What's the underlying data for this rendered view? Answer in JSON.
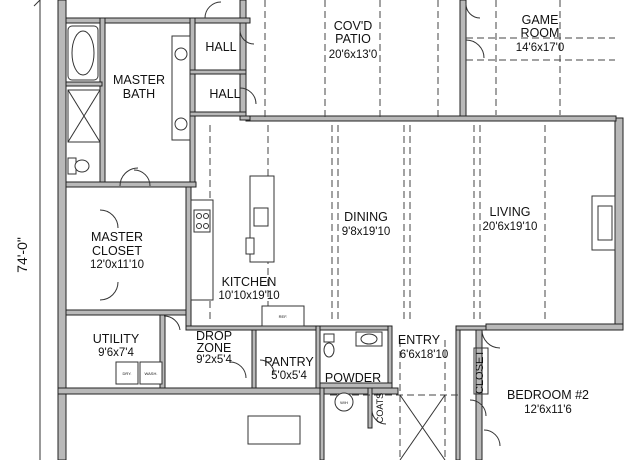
{
  "overall_dimension": "74'-0\"",
  "rooms": {
    "covd_patio": {
      "name": "COV'D\nPATIO",
      "dim": "20'6x13'0"
    },
    "game_room": {
      "name": "GAME\nROOM",
      "dim": "14'6x17'0"
    },
    "hall_upper": {
      "name": "HALL"
    },
    "hall_lower": {
      "name": "HALL"
    },
    "master_bath": {
      "name": "MASTER\nBATH"
    },
    "master_closet": {
      "name": "MASTER\nCLOSET",
      "dim": "12'0x11'10"
    },
    "dining": {
      "name": "DINING",
      "dim": "9'8x19'10"
    },
    "living": {
      "name": "LIVING",
      "dim": "20'6x19'10"
    },
    "kitchen": {
      "name": "KITCHEN",
      "dim": "10'10x19'10"
    },
    "utility": {
      "name": "UTILITY",
      "dim": "9'6x7'4"
    },
    "drop_zone": {
      "name": "DROP\nZONE",
      "dim": "9'2x5'4"
    },
    "pantry": {
      "name": "PANTRY",
      "dim": "5'0x5'4"
    },
    "powder": {
      "name": "POWDER"
    },
    "entry": {
      "name": "ENTRY",
      "dim": "6'6x18'10"
    },
    "closet": {
      "name": "CLOSET"
    },
    "coats": {
      "name": "COATS"
    },
    "bedroom2": {
      "name": "BEDROOM #2",
      "dim": "12'6x11'6"
    }
  },
  "fixture_labels": {
    "fridge": "REF.",
    "dryer": "DRY.",
    "washer": "WASH.",
    "water_heater": "W/H"
  }
}
